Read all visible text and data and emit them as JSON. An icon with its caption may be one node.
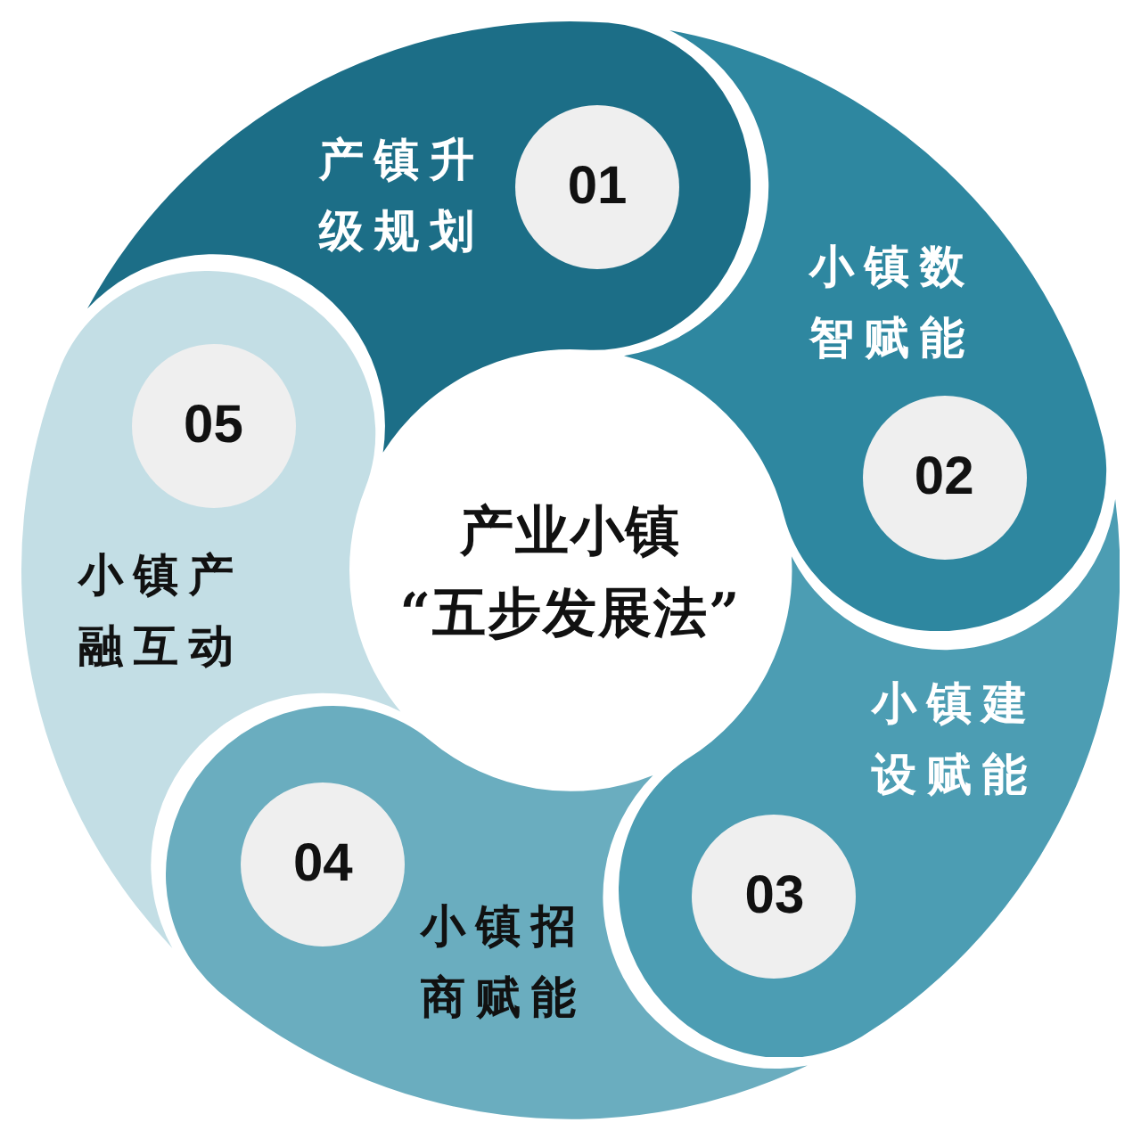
{
  "diagram": {
    "title": "产业小镇“五步发展法”",
    "nodes": [
      {
        "text": [
          "产镇升级规划"
        ]
      },
      {
        "text": [
          "01"
        ],
        "in": 0
      },
      {
        "text": [
          "小镇数智赋能"
        ]
      },
      {
        "text": [
          "02"
        ],
        "in": 2
      },
      {
        "text": [
          "小镇建设赋能"
        ]
      },
      {
        "text": [
          "03"
        ],
        "in": 4
      },
      {
        "text": [
          "小镇招商赋能"
        ]
      },
      {
        "text": [
          "04"
        ],
        "in": 6
      },
      {
        "text": [
          "小镇产融互动"
        ]
      },
      {
        "text": [
          "05"
        ],
        "in": 8
      }
    ]
  }
}
